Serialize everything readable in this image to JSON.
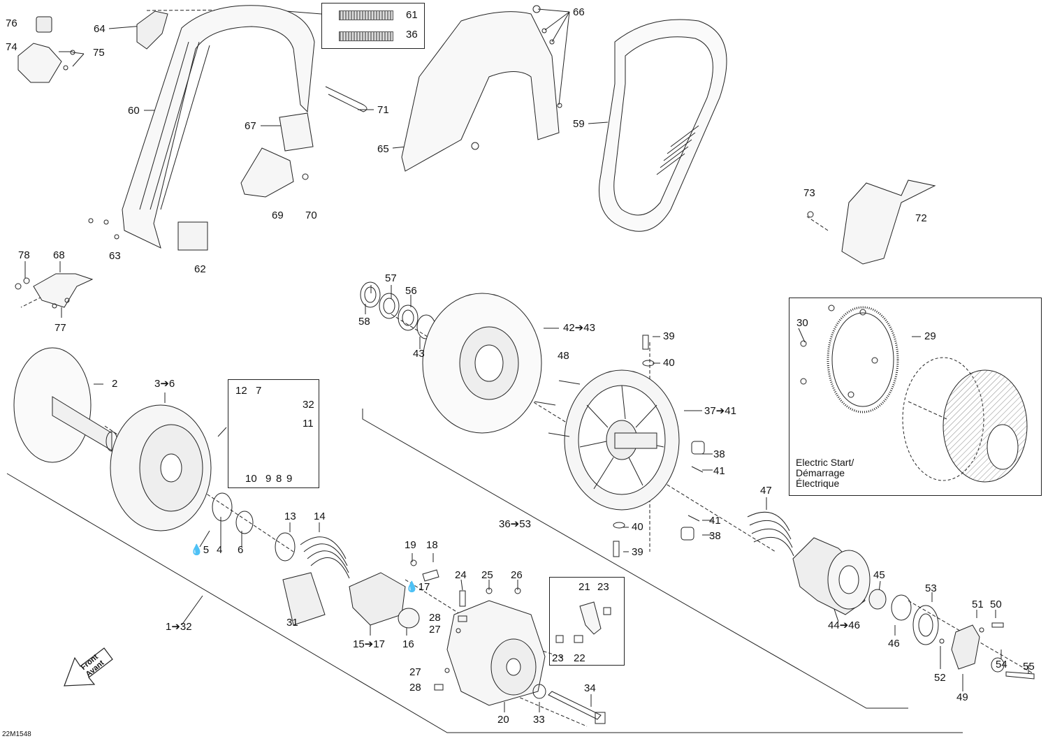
{
  "drawing_code": "22M1548",
  "front_arrow": {
    "line1": "Front",
    "line2": "Avant"
  },
  "electric_start": {
    "line1": "Electric Start/",
    "line2": "Démarrage",
    "line3": "Électrique"
  },
  "callouts": [
    {
      "id": "c76",
      "text": "76"
    },
    {
      "id": "c64",
      "text": "64"
    },
    {
      "id": "c74",
      "text": "74"
    },
    {
      "id": "c75",
      "text": "75"
    },
    {
      "id": "c60",
      "text": "60"
    },
    {
      "id": "c61",
      "text": "61"
    },
    {
      "id": "c36a",
      "text": "36"
    },
    {
      "id": "c66",
      "text": "66"
    },
    {
      "id": "c71",
      "text": "71"
    },
    {
      "id": "c67",
      "text": "67"
    },
    {
      "id": "c65",
      "text": "65"
    },
    {
      "id": "c59",
      "text": "59"
    },
    {
      "id": "c69",
      "text": "69"
    },
    {
      "id": "c70",
      "text": "70"
    },
    {
      "id": "c73",
      "text": "73"
    },
    {
      "id": "c72",
      "text": "72"
    },
    {
      "id": "c63",
      "text": "63"
    },
    {
      "id": "c62",
      "text": "62"
    },
    {
      "id": "c78",
      "text": "78"
    },
    {
      "id": "c68",
      "text": "68"
    },
    {
      "id": "c77",
      "text": "77"
    },
    {
      "id": "c57",
      "text": "57"
    },
    {
      "id": "c56",
      "text": "56"
    },
    {
      "id": "c58",
      "text": "58"
    },
    {
      "id": "c43",
      "text": "43"
    },
    {
      "id": "c42_43",
      "text": "42➔43"
    },
    {
      "id": "c30",
      "text": "30"
    },
    {
      "id": "c29",
      "text": "29"
    },
    {
      "id": "c39a",
      "text": "39"
    },
    {
      "id": "c40a",
      "text": "40"
    },
    {
      "id": "c48",
      "text": "48"
    },
    {
      "id": "c2",
      "text": "2"
    },
    {
      "id": "c3_6",
      "text": "3➔6"
    },
    {
      "id": "c12",
      "text": "12"
    },
    {
      "id": "c7",
      "text": "7"
    },
    {
      "id": "c32a",
      "text": "32"
    },
    {
      "id": "c11",
      "text": "11"
    },
    {
      "id": "c37_41",
      "text": "37➔41"
    },
    {
      "id": "c38a",
      "text": "38"
    },
    {
      "id": "c41a",
      "text": "41"
    },
    {
      "id": "c10",
      "text": "10"
    },
    {
      "id": "c9a",
      "text": "9"
    },
    {
      "id": "c8",
      "text": "8"
    },
    {
      "id": "c9b",
      "text": "9"
    },
    {
      "id": "c47",
      "text": "47"
    },
    {
      "id": "c13",
      "text": "13"
    },
    {
      "id": "c14",
      "text": "14"
    },
    {
      "id": "c41b",
      "text": "41"
    },
    {
      "id": "c36_53",
      "text": "36➔53"
    },
    {
      "id": "c40b",
      "text": "40"
    },
    {
      "id": "c38b",
      "text": "38"
    },
    {
      "id": "c5",
      "text": "5"
    },
    {
      "id": "c4",
      "text": "4"
    },
    {
      "id": "c6",
      "text": "6"
    },
    {
      "id": "c19",
      "text": "19"
    },
    {
      "id": "c18",
      "text": "18"
    },
    {
      "id": "c39b",
      "text": "39"
    },
    {
      "id": "c24",
      "text": "24"
    },
    {
      "id": "c25",
      "text": "25"
    },
    {
      "id": "c26",
      "text": "26"
    },
    {
      "id": "c21",
      "text": "21"
    },
    {
      "id": "c23a",
      "text": "23"
    },
    {
      "id": "c45",
      "text": "45"
    },
    {
      "id": "c17a",
      "text": "17"
    },
    {
      "id": "c53",
      "text": "53"
    },
    {
      "id": "c51",
      "text": "51"
    },
    {
      "id": "c50",
      "text": "50"
    },
    {
      "id": "c1_32",
      "text": "1➔32"
    },
    {
      "id": "c31",
      "text": "31"
    },
    {
      "id": "c28a",
      "text": "28"
    },
    {
      "id": "c27a",
      "text": "27"
    },
    {
      "id": "c15_17",
      "text": "15➔17"
    },
    {
      "id": "c16",
      "text": "16"
    },
    {
      "id": "c44_46",
      "text": "44➔46"
    },
    {
      "id": "c46",
      "text": "46"
    },
    {
      "id": "c23b",
      "text": "23"
    },
    {
      "id": "c22",
      "text": "22"
    },
    {
      "id": "c54",
      "text": "54"
    },
    {
      "id": "c27b",
      "text": "27"
    },
    {
      "id": "c52",
      "text": "52"
    },
    {
      "id": "c28b",
      "text": "28"
    },
    {
      "id": "c55",
      "text": "55"
    },
    {
      "id": "c34",
      "text": "34"
    },
    {
      "id": "c49",
      "text": "49"
    },
    {
      "id": "c20",
      "text": "20"
    },
    {
      "id": "c33",
      "text": "33"
    }
  ]
}
